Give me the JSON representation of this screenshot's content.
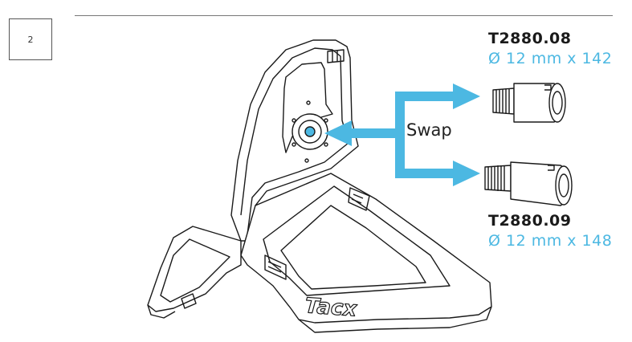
{
  "step": {
    "number": "2"
  },
  "action": {
    "label": "Swap"
  },
  "parts": [
    {
      "code": "T2880.08",
      "dimension": "Ø 12 mm x 142"
    },
    {
      "code": "T2880.09",
      "dimension": "Ø 12 mm x 148"
    }
  ],
  "brand": {
    "logo_text": "Tacx"
  },
  "colors": {
    "accent": "#4cb8e2",
    "line": "#1a1a1a",
    "arrow": "#4cb8e2"
  },
  "icons": {
    "arrow": "arrow-right-icon",
    "arrow_left": "arrow-left-icon"
  }
}
